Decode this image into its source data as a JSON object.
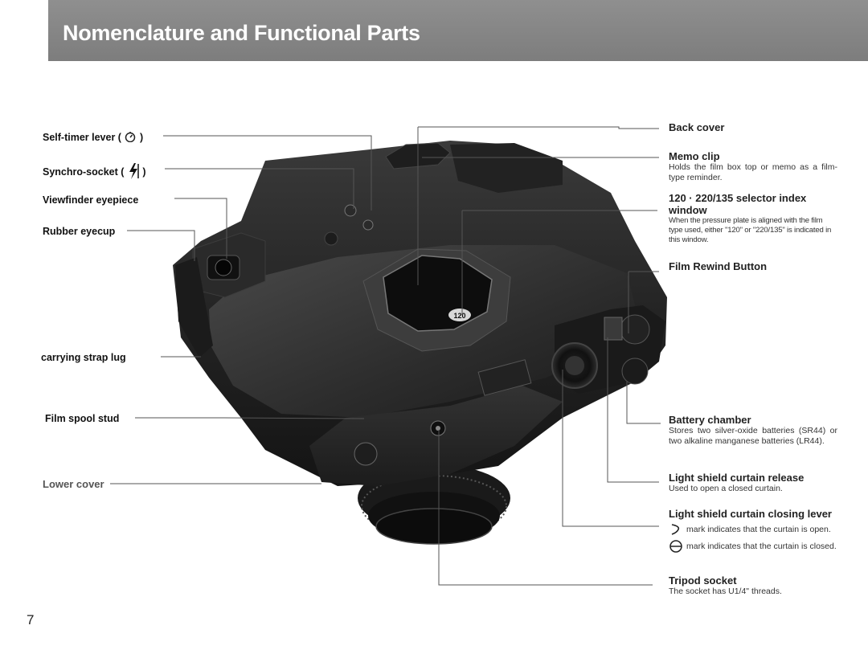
{
  "header": {
    "title": "Nomenclature and Functional Parts"
  },
  "left_labels": {
    "self_timer_pre": "Self-timer lever (",
    "self_timer_post": ")",
    "synchro_pre": "Synchro-socket (",
    "synchro_post": ")",
    "viewfinder": "Viewfinder   eyepiece",
    "rubber_eyecup": "Rubber  eyecup",
    "strap_lug": "carrying  strap  lug",
    "film_spool": "Film spool stud",
    "lower_cover": "Lower cover"
  },
  "camera": {
    "counter_label": "120"
  },
  "right_labels": {
    "back_cover": {
      "title": "Back cover"
    },
    "memo_clip": {
      "title": "Memo clip",
      "desc": "Holds the film box top or memo as a film-type reminder."
    },
    "selector_window": {
      "title": "120 · 220/135 selector index window",
      "desc": "When the pressure plate is aligned with the film type used, either \"120\" or \"220/135\" is indicated in this window."
    },
    "rewind_button": {
      "title": "Film Rewind Button"
    },
    "battery_chamber": {
      "title": "Battery chamber",
      "desc": "Stores two silver-oxide batteries (SR44) or two alkaline manganese batteries (LR44)."
    },
    "curtain_release": {
      "title": "Light shield curtain release",
      "desc": "Used to open a closed curtain."
    },
    "curtain_lever": {
      "title": "Light shield curtain closing lever",
      "mark_open": "mark indicates that the curtain is open.",
      "mark_closed": "mark indicates that the curtain is closed."
    },
    "tripod_socket": {
      "title": "Tripod socket",
      "desc": "The socket has U1/4\" threads."
    }
  },
  "page_number": "7",
  "icons": [
    "self-timer-icon",
    "flash-icon",
    "curtain-open-icon",
    "curtain-closed-icon"
  ]
}
